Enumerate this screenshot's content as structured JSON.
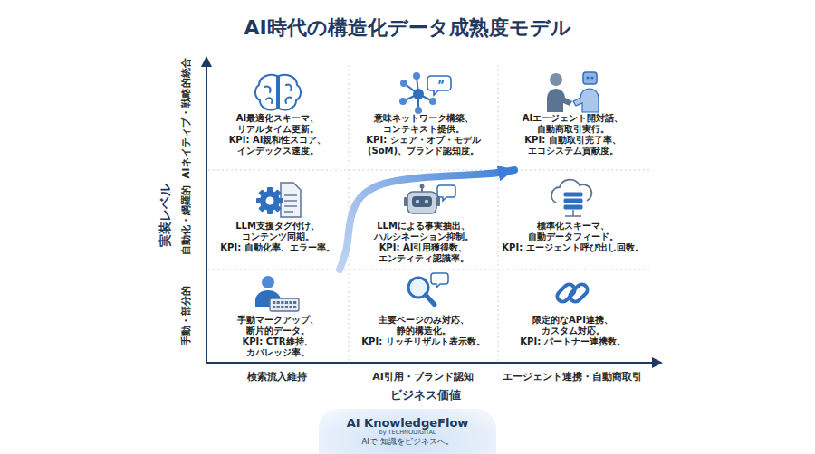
{
  "diagram": {
    "title": "AI時代の構造化データ成熟度モデル",
    "nodes": [
      {
        "text": [
          "AI最適化スキーマ、 リアルタイム更新。",
          "KPI: AI親和性スコア、 インデックス速度。"
        ]
      },
      {
        "text": [
          "意味ネットワーク構築、 コンテキスト提供。",
          "KPI: シェア・オブ・モデル (SoM)、ブランド認知度。"
        ]
      },
      {
        "text": [
          "AIエージェント開対話、 自動商取引実行。",
          "KPI: 自動取引完了率、 エコシステム貢献度。"
        ]
      },
      {
        "text": [
          "LLM支援タグ付け、 コンテンツ同期。",
          "KPI: 自動化率、エラー率。"
        ]
      },
      {
        "text": [
          "LLMによる事実抽出、 ハルシネーション抑制。",
          "KPI: AI引用獲得数、 エンティティ認識率。"
        ]
      },
      {
        "text": [
          "標準化スキーマ、 自動データフィード。",
          "KPI: エージェント呼び出し回数。"
        ]
      },
      {
        "text": [
          "手動マークアップ、 断片的データ。",
          "KPI: CTR維持、カバレッジ率。"
        ]
      },
      {
        "text": [
          "主要ページのみ対応、 静的構造化。",
          "KPI: リッチリザルト表示数。"
        ]
      },
      {
        "text": [
          "限定的なAPI連携、 カスタム対応。",
          "KPI: パートナー連携数。"
        ]
      },
      {
        "text": [
          "AI KnowledgeFlow",
          "by TECHNODIGITAL",
          "AIで 知識をビジネスへ。"
        ]
      }
    ],
    "edges": [
      {
        "from": 6,
        "to": 2,
        "arrow": "to"
      }
    ],
    "labels": [
      "検索流入維持",
      "AI引用・ブランド認知",
      "エージェント連携・自動商取引",
      "ビジネス価値",
      "実装レベル",
      "AIネイティブ・戦略的統合",
      "自動化・網羅的",
      "手動・部分的"
    ]
  }
}
